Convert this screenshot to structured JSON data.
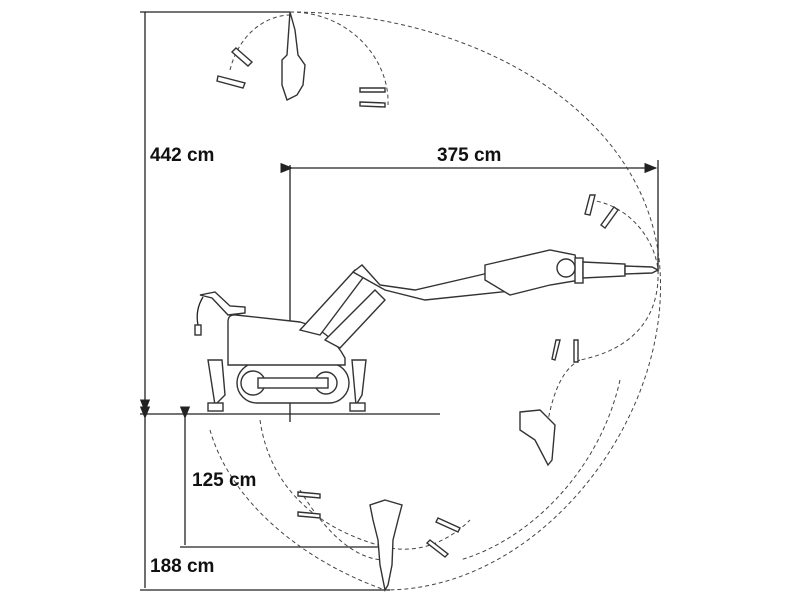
{
  "dimensions": {
    "max_height": "442 cm",
    "max_reach": "375 cm",
    "depth_125": "125 cm",
    "depth_188": "188 cm"
  },
  "colors": {
    "line": "#222222",
    "background": "#ffffff"
  }
}
